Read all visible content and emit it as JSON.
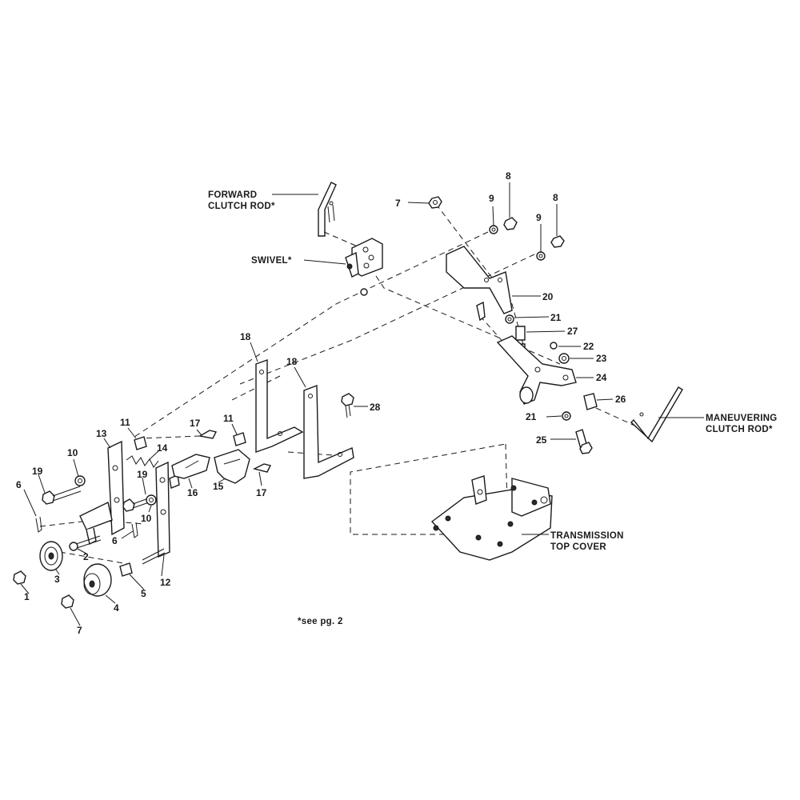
{
  "labels": {
    "forward_clutch_rod": [
      "FORWARD",
      "CLUTCH ROD*"
    ],
    "swivel": "SWIVEL*",
    "maneuvering_clutch_rod": [
      "MANEUVERING",
      "CLUTCH ROD*"
    ],
    "transmission_top_cover": [
      "TRANSMISSION",
      "TOP COVER"
    ],
    "footnote": "*see pg. 2"
  },
  "callouts": [
    {
      "id": "c1",
      "text": "1"
    },
    {
      "id": "c2",
      "text": "2"
    },
    {
      "id": "c3",
      "text": "3"
    },
    {
      "id": "c4",
      "text": "4"
    },
    {
      "id": "c5",
      "text": "5"
    },
    {
      "id": "c6a",
      "text": "6"
    },
    {
      "id": "c6b",
      "text": "6"
    },
    {
      "id": "c7a",
      "text": "7"
    },
    {
      "id": "c7b",
      "text": "7"
    },
    {
      "id": "c8a",
      "text": "8"
    },
    {
      "id": "c8b",
      "text": "8"
    },
    {
      "id": "c9a",
      "text": "9"
    },
    {
      "id": "c9b",
      "text": "9"
    },
    {
      "id": "c10a",
      "text": "10"
    },
    {
      "id": "c10b",
      "text": "10"
    },
    {
      "id": "c11a",
      "text": "11"
    },
    {
      "id": "c11b",
      "text": "11"
    },
    {
      "id": "c12",
      "text": "12"
    },
    {
      "id": "c13",
      "text": "13"
    },
    {
      "id": "c14",
      "text": "14"
    },
    {
      "id": "c15",
      "text": "15"
    },
    {
      "id": "c16",
      "text": "16"
    },
    {
      "id": "c17a",
      "text": "17"
    },
    {
      "id": "c17b",
      "text": "17"
    },
    {
      "id": "c18a",
      "text": "18"
    },
    {
      "id": "c18b",
      "text": "18"
    },
    {
      "id": "c19a",
      "text": "19"
    },
    {
      "id": "c19b",
      "text": "19"
    },
    {
      "id": "c20",
      "text": "20"
    },
    {
      "id": "c21a",
      "text": "21"
    },
    {
      "id": "c21b",
      "text": "21"
    },
    {
      "id": "c22",
      "text": "22"
    },
    {
      "id": "c23",
      "text": "23"
    },
    {
      "id": "c24",
      "text": "24"
    },
    {
      "id": "c25",
      "text": "25"
    },
    {
      "id": "c26",
      "text": "26"
    },
    {
      "id": "c27",
      "text": "27"
    },
    {
      "id": "c28",
      "text": "28"
    }
  ]
}
